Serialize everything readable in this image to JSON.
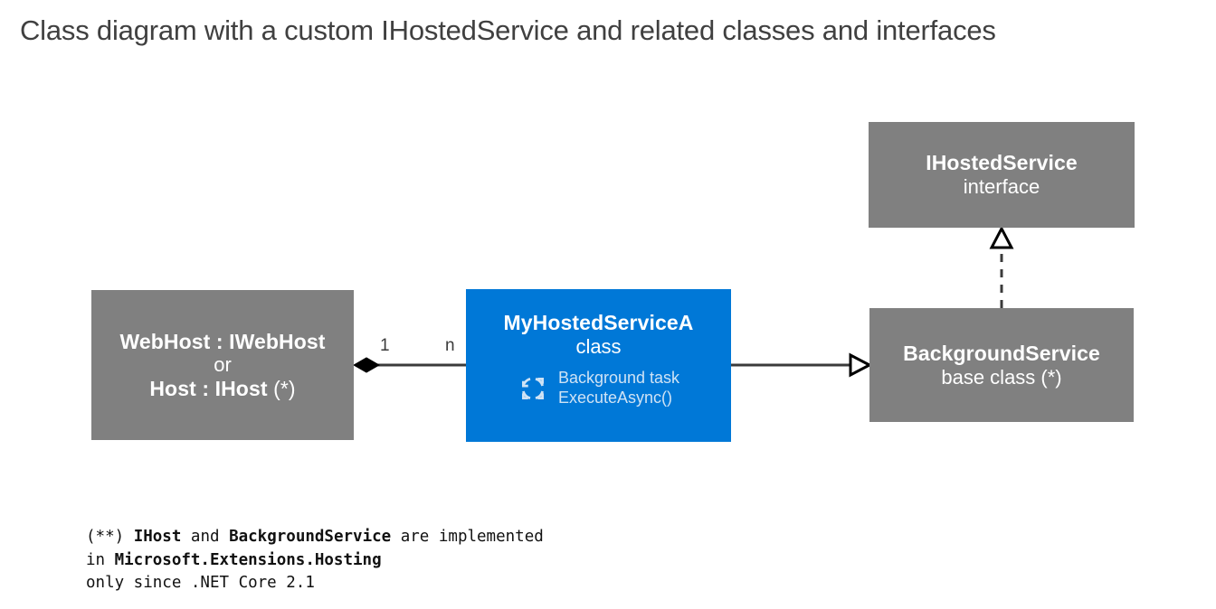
{
  "page": {
    "title": "Class diagram with a custom IHostedService and related classes and interfaces",
    "background_color": "#ffffff"
  },
  "colors": {
    "gray_node": "#808080",
    "blue_node": "#0078D7",
    "node_text": "#ffffff",
    "subtitle_muted": "#cfe3f5",
    "line": "#3b3b3b",
    "title_text": "#404040"
  },
  "nodes": [
    {
      "id": "ihostedservice",
      "title": "IHostedService",
      "subtitle": "interface",
      "stereotype": "interface",
      "fill": "#808080"
    },
    {
      "id": "webhost",
      "title": "WebHost : IWebHost",
      "subtitle": "or",
      "title2": "Host : IHost",
      "title2_suffix": " (*)",
      "fill": "#808080"
    },
    {
      "id": "myhostedservicea",
      "title": "MyHostedServiceA",
      "subtitle": "class",
      "task_icon": "refresh-loop-icon",
      "task_line1": "Background task",
      "task_line2": "ExecuteAsync()",
      "fill": "#0078D7"
    },
    {
      "id": "backgroundservice",
      "title": "BackgroundService",
      "subtitle": "base class (*)",
      "fill": "#808080"
    }
  ],
  "edges": [
    {
      "id": "composition",
      "from": "webhost",
      "to": "myhostedservicea",
      "type": "composition",
      "source_multiplicity": "1",
      "target_multiplicity": "n"
    },
    {
      "id": "generalization",
      "from": "myhostedservicea",
      "to": "backgroundservice",
      "type": "generalization",
      "style": "solid"
    },
    {
      "id": "realization",
      "from": "backgroundservice",
      "to": "ihostedservice",
      "type": "realization",
      "style": "dashed"
    }
  ],
  "footnote": {
    "line1_a": "(**) ",
    "line1_b": "IHost",
    "line1_c": " and ",
    "line1_d": "BackgroundService",
    "line1_e": " are implemented",
    "line2_a": "in ",
    "line2_b": "Microsoft.Extensions.Hosting",
    "line3": "only since .NET Core 2.1"
  }
}
